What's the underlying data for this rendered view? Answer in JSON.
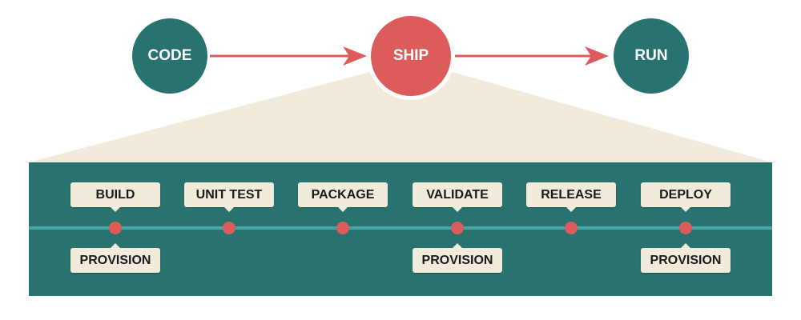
{
  "top_flow": {
    "nodes": [
      {
        "label": "CODE",
        "color": "#28726f"
      },
      {
        "label": "SHIP",
        "color": "#dc5b5b"
      },
      {
        "label": "RUN",
        "color": "#28726f"
      }
    ],
    "arrow_color": "#dc5b5b"
  },
  "pipeline": {
    "panel_color": "#28726f",
    "line_color": "#45a6a3",
    "dot_color": "#dc5b5b",
    "label_bg": "#f1ebdc",
    "stages": [
      {
        "label": "BUILD",
        "sub": "PROVISION"
      },
      {
        "label": "UNIT TEST",
        "sub": null
      },
      {
        "label": "PACKAGE",
        "sub": null
      },
      {
        "label": "VALIDATE",
        "sub": "PROVISION"
      },
      {
        "label": "RELEASE",
        "sub": null
      },
      {
        "label": "DEPLOY",
        "sub": "PROVISION"
      }
    ]
  }
}
